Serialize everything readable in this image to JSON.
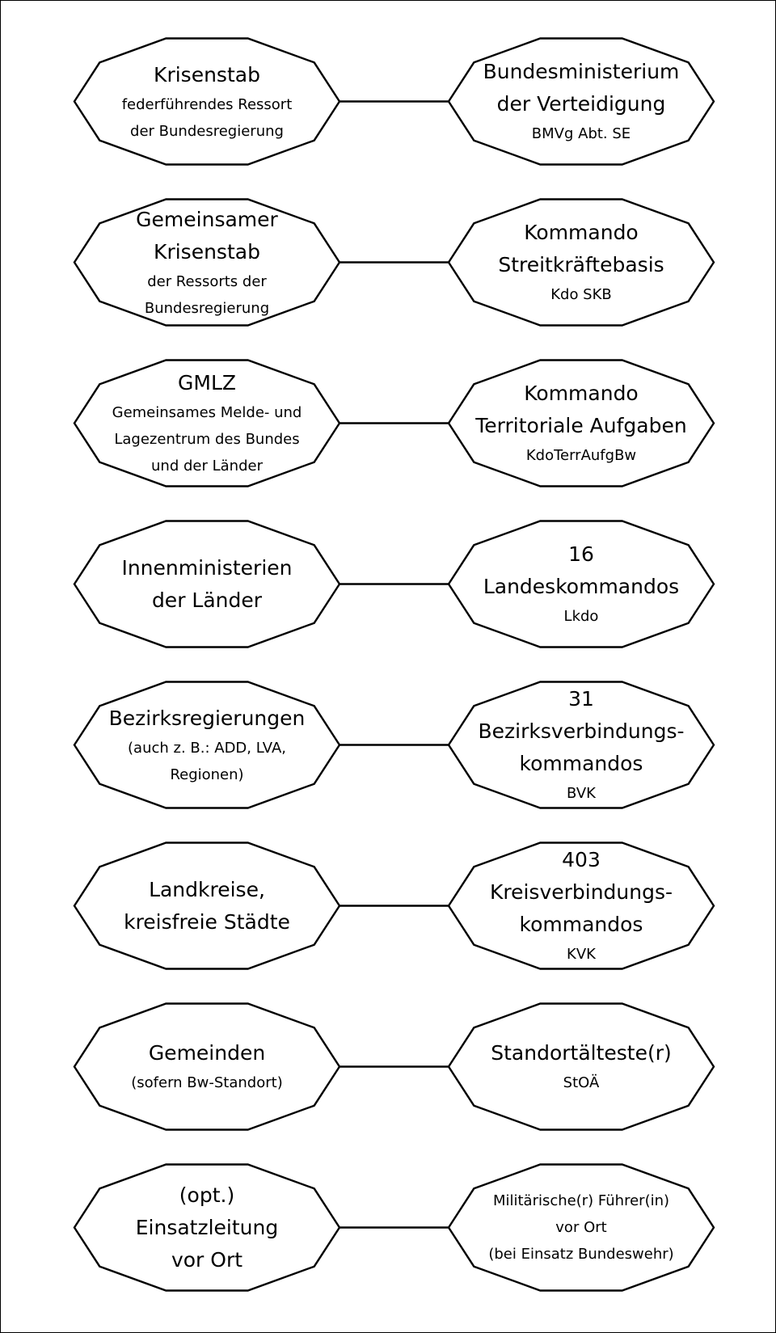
{
  "rows": [
    {
      "left": {
        "lines": [
          {
            "text": "Krisenstab",
            "size": "big"
          },
          {
            "text": "federführendes Ressort",
            "size": "small"
          },
          {
            "text": "der Bundesregierung",
            "size": "small"
          }
        ]
      },
      "right": {
        "lines": [
          {
            "text": "Bundesministerium",
            "size": "big"
          },
          {
            "text": "der Verteidigung",
            "size": "big"
          },
          {
            "text": "BMVg Abt. SE",
            "size": "small"
          }
        ]
      }
    },
    {
      "left": {
        "lines": [
          {
            "text": "Gemeinsamer",
            "size": "big"
          },
          {
            "text": "Krisenstab",
            "size": "big"
          },
          {
            "text": "der Ressorts der",
            "size": "small"
          },
          {
            "text": "Bundesregierung",
            "size": "small"
          }
        ]
      },
      "right": {
        "lines": [
          {
            "text": "Kommando",
            "size": "big"
          },
          {
            "text": "Streitkräftebasis",
            "size": "big"
          },
          {
            "text": "Kdo SKB",
            "size": "small"
          }
        ]
      }
    },
    {
      "left": {
        "lines": [
          {
            "text": "GMLZ",
            "size": "big"
          },
          {
            "text": "Gemeinsames Melde- und",
            "size": "small"
          },
          {
            "text": "Lagezentrum des Bundes",
            "size": "small"
          },
          {
            "text": "und der Länder",
            "size": "small"
          }
        ]
      },
      "right": {
        "lines": [
          {
            "text": "Kommando",
            "size": "big"
          },
          {
            "text": "Territoriale Aufgaben",
            "size": "big"
          },
          {
            "text": "KdoTerrAufgBw",
            "size": "small"
          }
        ]
      }
    },
    {
      "left": {
        "lines": [
          {
            "text": "Innenministerien",
            "size": "big"
          },
          {
            "text": "der Länder",
            "size": "big"
          }
        ]
      },
      "right": {
        "lines": [
          {
            "text": "16",
            "size": "big"
          },
          {
            "text": "Landeskommandos",
            "size": "big"
          },
          {
            "text": "Lkdo",
            "size": "small"
          }
        ]
      }
    },
    {
      "left": {
        "lines": [
          {
            "text": "Bezirksregierungen",
            "size": "big"
          },
          {
            "text": "(auch z. B.: ADD, LVA,",
            "size": "small"
          },
          {
            "text": "Regionen)",
            "size": "small"
          }
        ]
      },
      "right": {
        "lines": [
          {
            "text": "31",
            "size": "big"
          },
          {
            "text": "Bezirksverbindungs-",
            "size": "big"
          },
          {
            "text": "kommandos",
            "size": "big"
          },
          {
            "text": "BVK",
            "size": "small"
          }
        ]
      }
    },
    {
      "left": {
        "lines": [
          {
            "text": "Landkreise,",
            "size": "big"
          },
          {
            "text": "kreisfreie Städte",
            "size": "big"
          }
        ]
      },
      "right": {
        "lines": [
          {
            "text": "403",
            "size": "big"
          },
          {
            "text": "Kreisverbindungs-",
            "size": "big"
          },
          {
            "text": "kommandos",
            "size": "big"
          },
          {
            "text": "KVK",
            "size": "small"
          }
        ]
      }
    },
    {
      "left": {
        "lines": [
          {
            "text": "Gemeinden",
            "size": "big"
          },
          {
            "text": "(sofern Bw-Standort)",
            "size": "small"
          }
        ]
      },
      "right": {
        "lines": [
          {
            "text": "Standortälteste(r)",
            "size": "big"
          },
          {
            "text": "StOÄ",
            "size": "small"
          }
        ]
      }
    },
    {
      "left": {
        "lines": [
          {
            "text": "(opt.)",
            "size": "big"
          },
          {
            "text": "Einsatzleitung",
            "size": "big"
          },
          {
            "text": "vor Ort",
            "size": "big"
          }
        ]
      },
      "right": {
        "lines": [
          {
            "text": "Militärische(r) Führer(in)",
            "size": "small"
          },
          {
            "text": "vor Ort",
            "size": "small"
          },
          {
            "text": "(bei Einsatz Bundeswehr)",
            "size": "small"
          }
        ]
      }
    }
  ]
}
